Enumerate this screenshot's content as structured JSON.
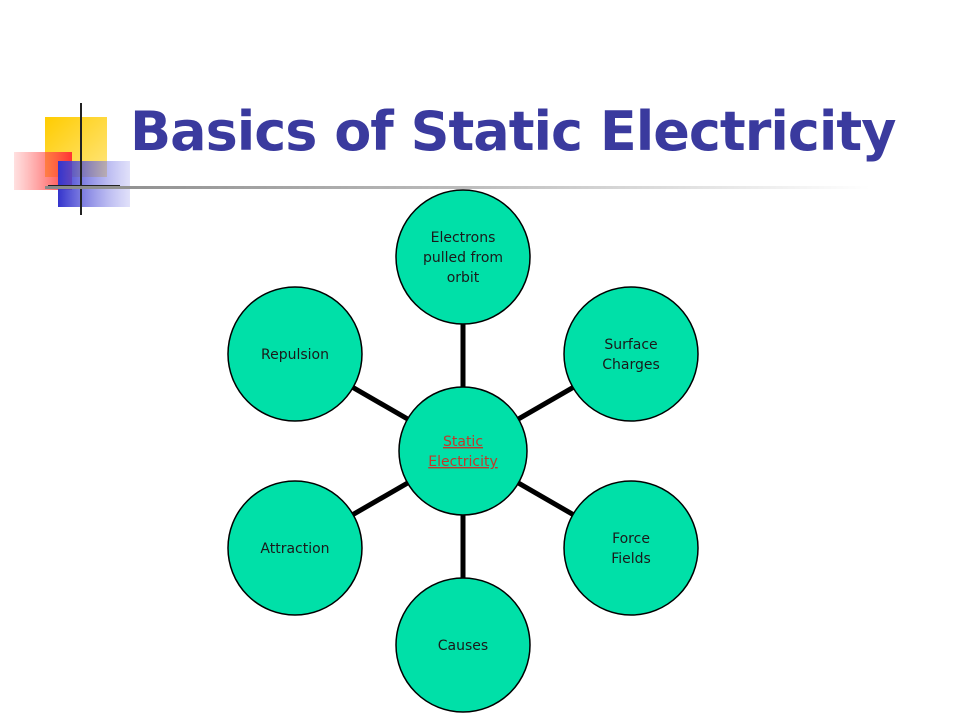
{
  "slide": {
    "title": "Basics of Static Electricity"
  },
  "diagram": {
    "hub": {
      "lines": [
        "Static",
        "Electricity"
      ],
      "is_link": true
    },
    "nodes": [
      {
        "id": "electrons",
        "lines": [
          "Electrons",
          "pulled from",
          "orbit"
        ]
      },
      {
        "id": "surface-charges",
        "lines": [
          "Surface",
          "Charges"
        ]
      },
      {
        "id": "force-fields",
        "lines": [
          "Force",
          "Fields"
        ]
      },
      {
        "id": "causes",
        "lines": [
          "Causes"
        ]
      },
      {
        "id": "attraction",
        "lines": [
          "Attraction"
        ]
      },
      {
        "id": "repulsion",
        "lines": [
          "Repulsion"
        ]
      }
    ]
  },
  "colors": {
    "node_fill": "#00e0a8",
    "node_stroke": "#000000",
    "title": "#3a3a9e",
    "hub_link": "#c0392b",
    "deco_yellow": "#ffcc00",
    "deco_red": "#ff3333",
    "deco_blue": "#3333cc"
  }
}
